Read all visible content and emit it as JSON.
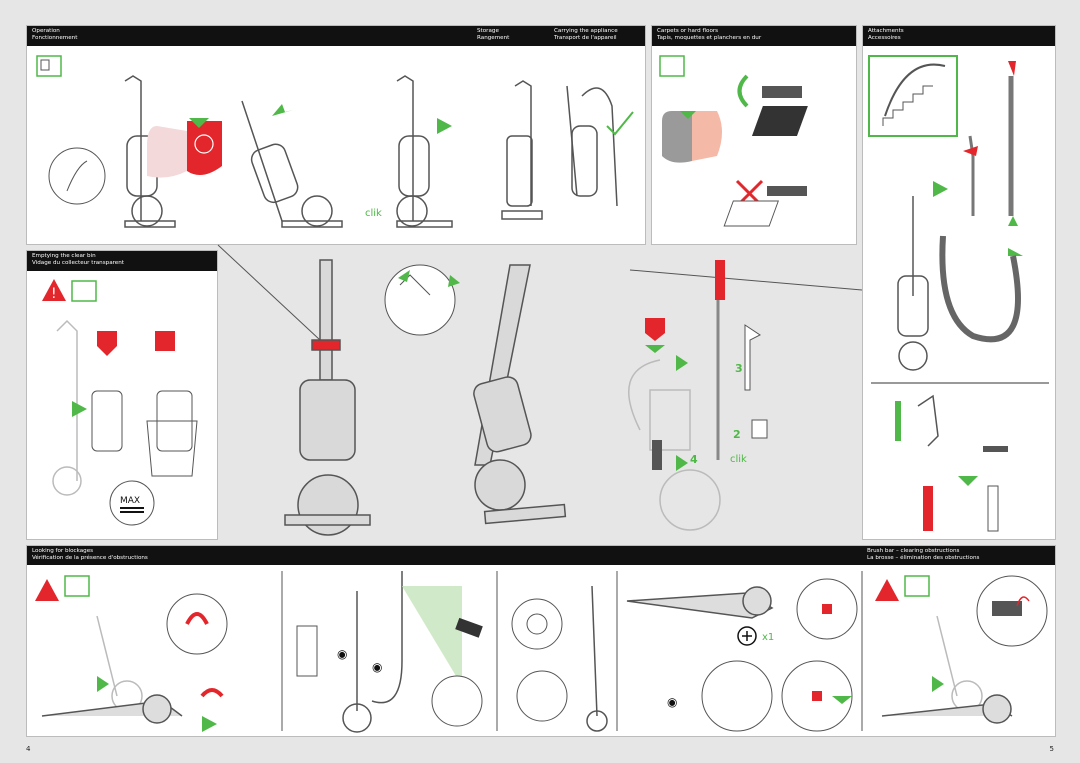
{
  "sections": {
    "operation": {
      "en": "Operation",
      "fr": "Fonctionnement"
    },
    "storage": {
      "en": "Storage",
      "fr": "Rangement"
    },
    "carrying": {
      "en": "Carrying the appliance",
      "fr": "Transport de l'appareil"
    },
    "floors": {
      "en": "Carpets or hard floors",
      "fr": "Tapis, moquettes et planchers en dur"
    },
    "attachments": {
      "en": "Attachments",
      "fr": "Accessoires"
    },
    "bin": {
      "en": "Emptying the clear bin",
      "fr": "Vidage du collecteur transparent"
    },
    "blockages": {
      "en": "Looking for blockages",
      "fr": "Vérification de la présence d'obstructions"
    },
    "brushbar": {
      "en": "Brush bar – clearing obstructions",
      "fr": "La brosse – élimination des obstructions"
    }
  },
  "labels": {
    "clik_1": "clik",
    "clik_2": "clik",
    "max": "MAX",
    "step_2": "2",
    "step_3": "3",
    "step_4": "4",
    "x1": "x1"
  },
  "page_numbers": {
    "left": "4",
    "right": "5"
  },
  "colors": {
    "accent_green": "#4fb848",
    "accent_red": "#e3262b",
    "header": "#111111",
    "line": "#555555"
  }
}
